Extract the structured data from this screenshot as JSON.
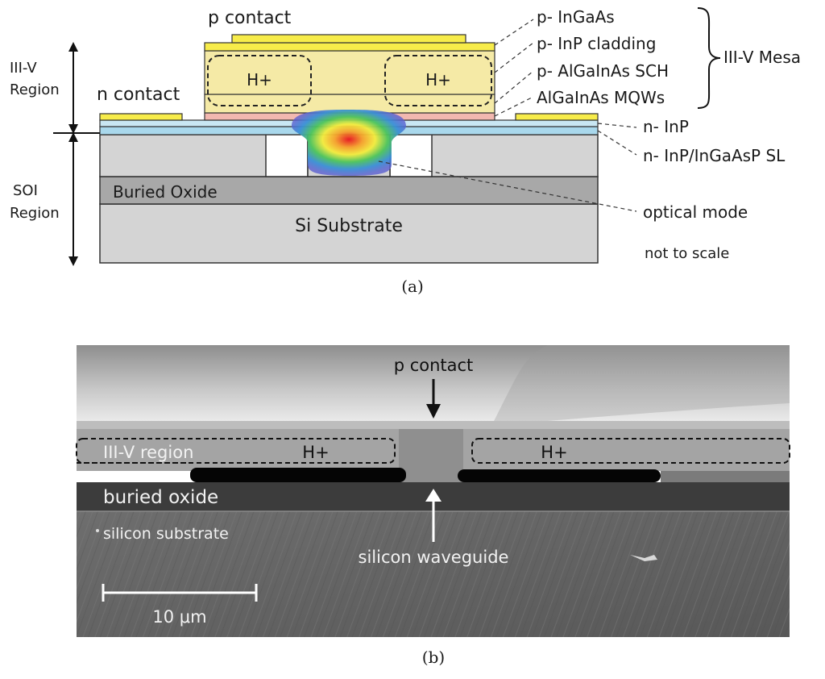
{
  "panel_a": {
    "caption": "(a)",
    "regions": {
      "iiiv": [
        "III-V",
        "Region"
      ],
      "soi": [
        "SOI",
        "Region"
      ]
    },
    "contacts": {
      "p": "p contact",
      "n": "n contact"
    },
    "implant_label": "H+",
    "layers": {
      "buried_oxide": "Buried Oxide",
      "si_substrate": "Si Substrate"
    },
    "callouts": [
      "p- InGaAs",
      "p- InP cladding",
      "p- AlGaInAs SCH",
      "AlGaInAs MQWs",
      "n- InP",
      "n- InP/InGaAsP SL",
      "optical mode"
    ],
    "mesa_label": "III-V Mesa",
    "scale_note": "not to scale"
  },
  "panel_b": {
    "caption": "(b)",
    "p_contact": "p contact",
    "iiiv_region": "III-V region",
    "implant_label": "H+",
    "buried_oxide": "buried oxide",
    "silicon_substrate": "silicon substrate",
    "silicon_waveguide": "silicon waveguide",
    "scale_bar": "10 μm"
  },
  "colors": {
    "contact": "#f7ec4a",
    "mesa": "#f5eaa6",
    "mqw": "#f2b8b0",
    "n_inp": "#a9d8ec",
    "soi_gray": "#d4d4d4",
    "oxide_gray": "#a8a8a8"
  }
}
